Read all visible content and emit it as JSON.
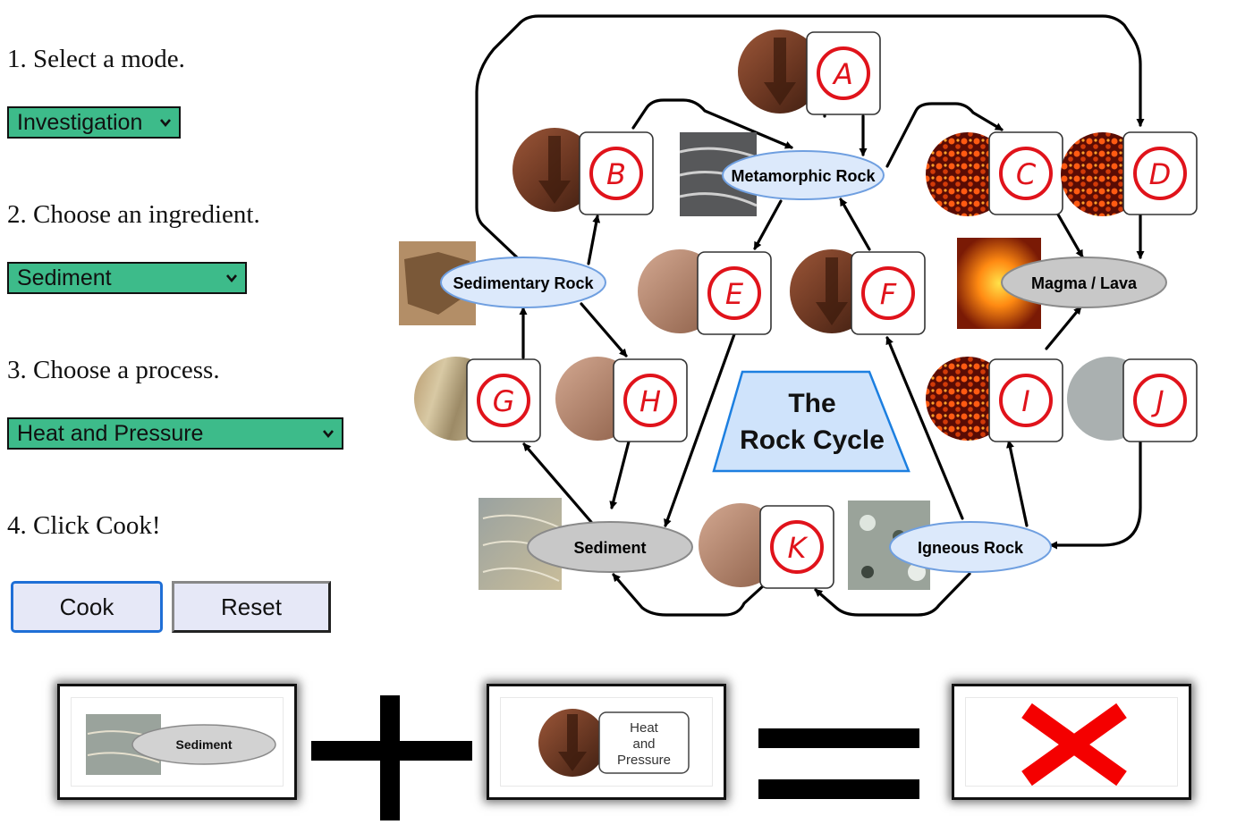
{
  "steps": {
    "mode_label": "1. Select a mode.",
    "ingredient_label": "2. Choose an ingredient.",
    "process_label": "3. Choose a process.",
    "cook_label": "4. Click Cook!"
  },
  "selects": {
    "mode": "Investigation",
    "ingredient": "Sediment",
    "process": "Heat and Pressure"
  },
  "buttons": {
    "cook": "Cook",
    "reset": "Reset"
  },
  "diagram": {
    "title_line1": "The",
    "title_line2": "Rock Cycle",
    "nodes": {
      "metamorphic": "Metamorphic Rock",
      "sedimentary": "Sedimentary Rock",
      "magma": "Magma / Lava",
      "sediment": "Sediment",
      "igneous": "Igneous Rock"
    },
    "process_letters": [
      "A",
      "B",
      "C",
      "D",
      "E",
      "F",
      "G",
      "H",
      "I",
      "J",
      "K"
    ]
  },
  "equation": {
    "ingredient_label": "Sediment",
    "process_line1": "Heat",
    "process_line2": "and",
    "process_line3": "Pressure",
    "result_icon": "red-x-icon"
  },
  "colors": {
    "select_bg": "#3dbb8a",
    "button_bg": "#e6e8f7",
    "cook_border": "#1f6fd6",
    "letter_red": "#e0131b",
    "node_blue": "#dce9fb",
    "node_gray": "#c8c8c8",
    "title_blue": "#cfe3fb"
  }
}
